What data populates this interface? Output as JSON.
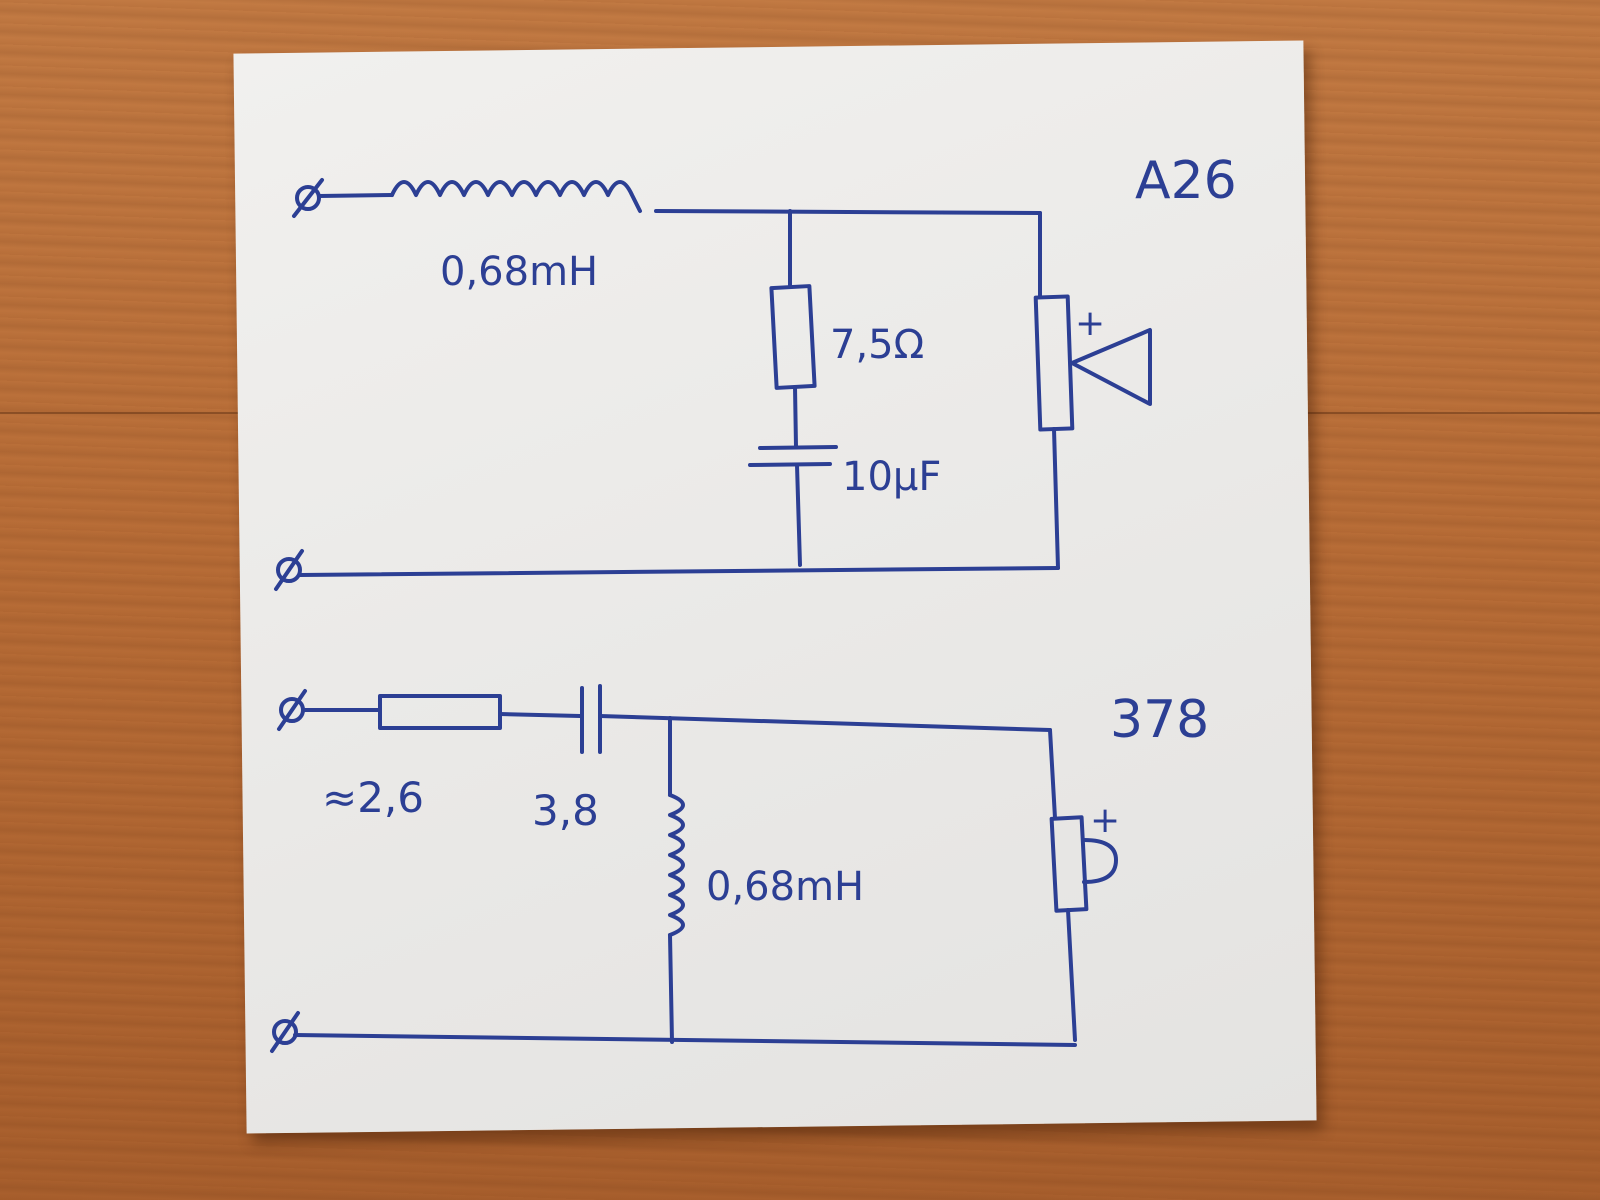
{
  "ink_color": "#2c3f94",
  "paper_color": "#ecebe9",
  "table_color": "#b86d37",
  "circuits": [
    {
      "title": "A26",
      "inductor_label": "0,68mH",
      "resistor_label": "7,5Ω",
      "capacitor_label": "10μF",
      "speaker_polarity": "+"
    },
    {
      "title": "378",
      "resistor_label": "≈2,6",
      "capacitor_label": "3,8",
      "inductor_label": "0,68mH",
      "speaker_polarity": "+"
    }
  ]
}
